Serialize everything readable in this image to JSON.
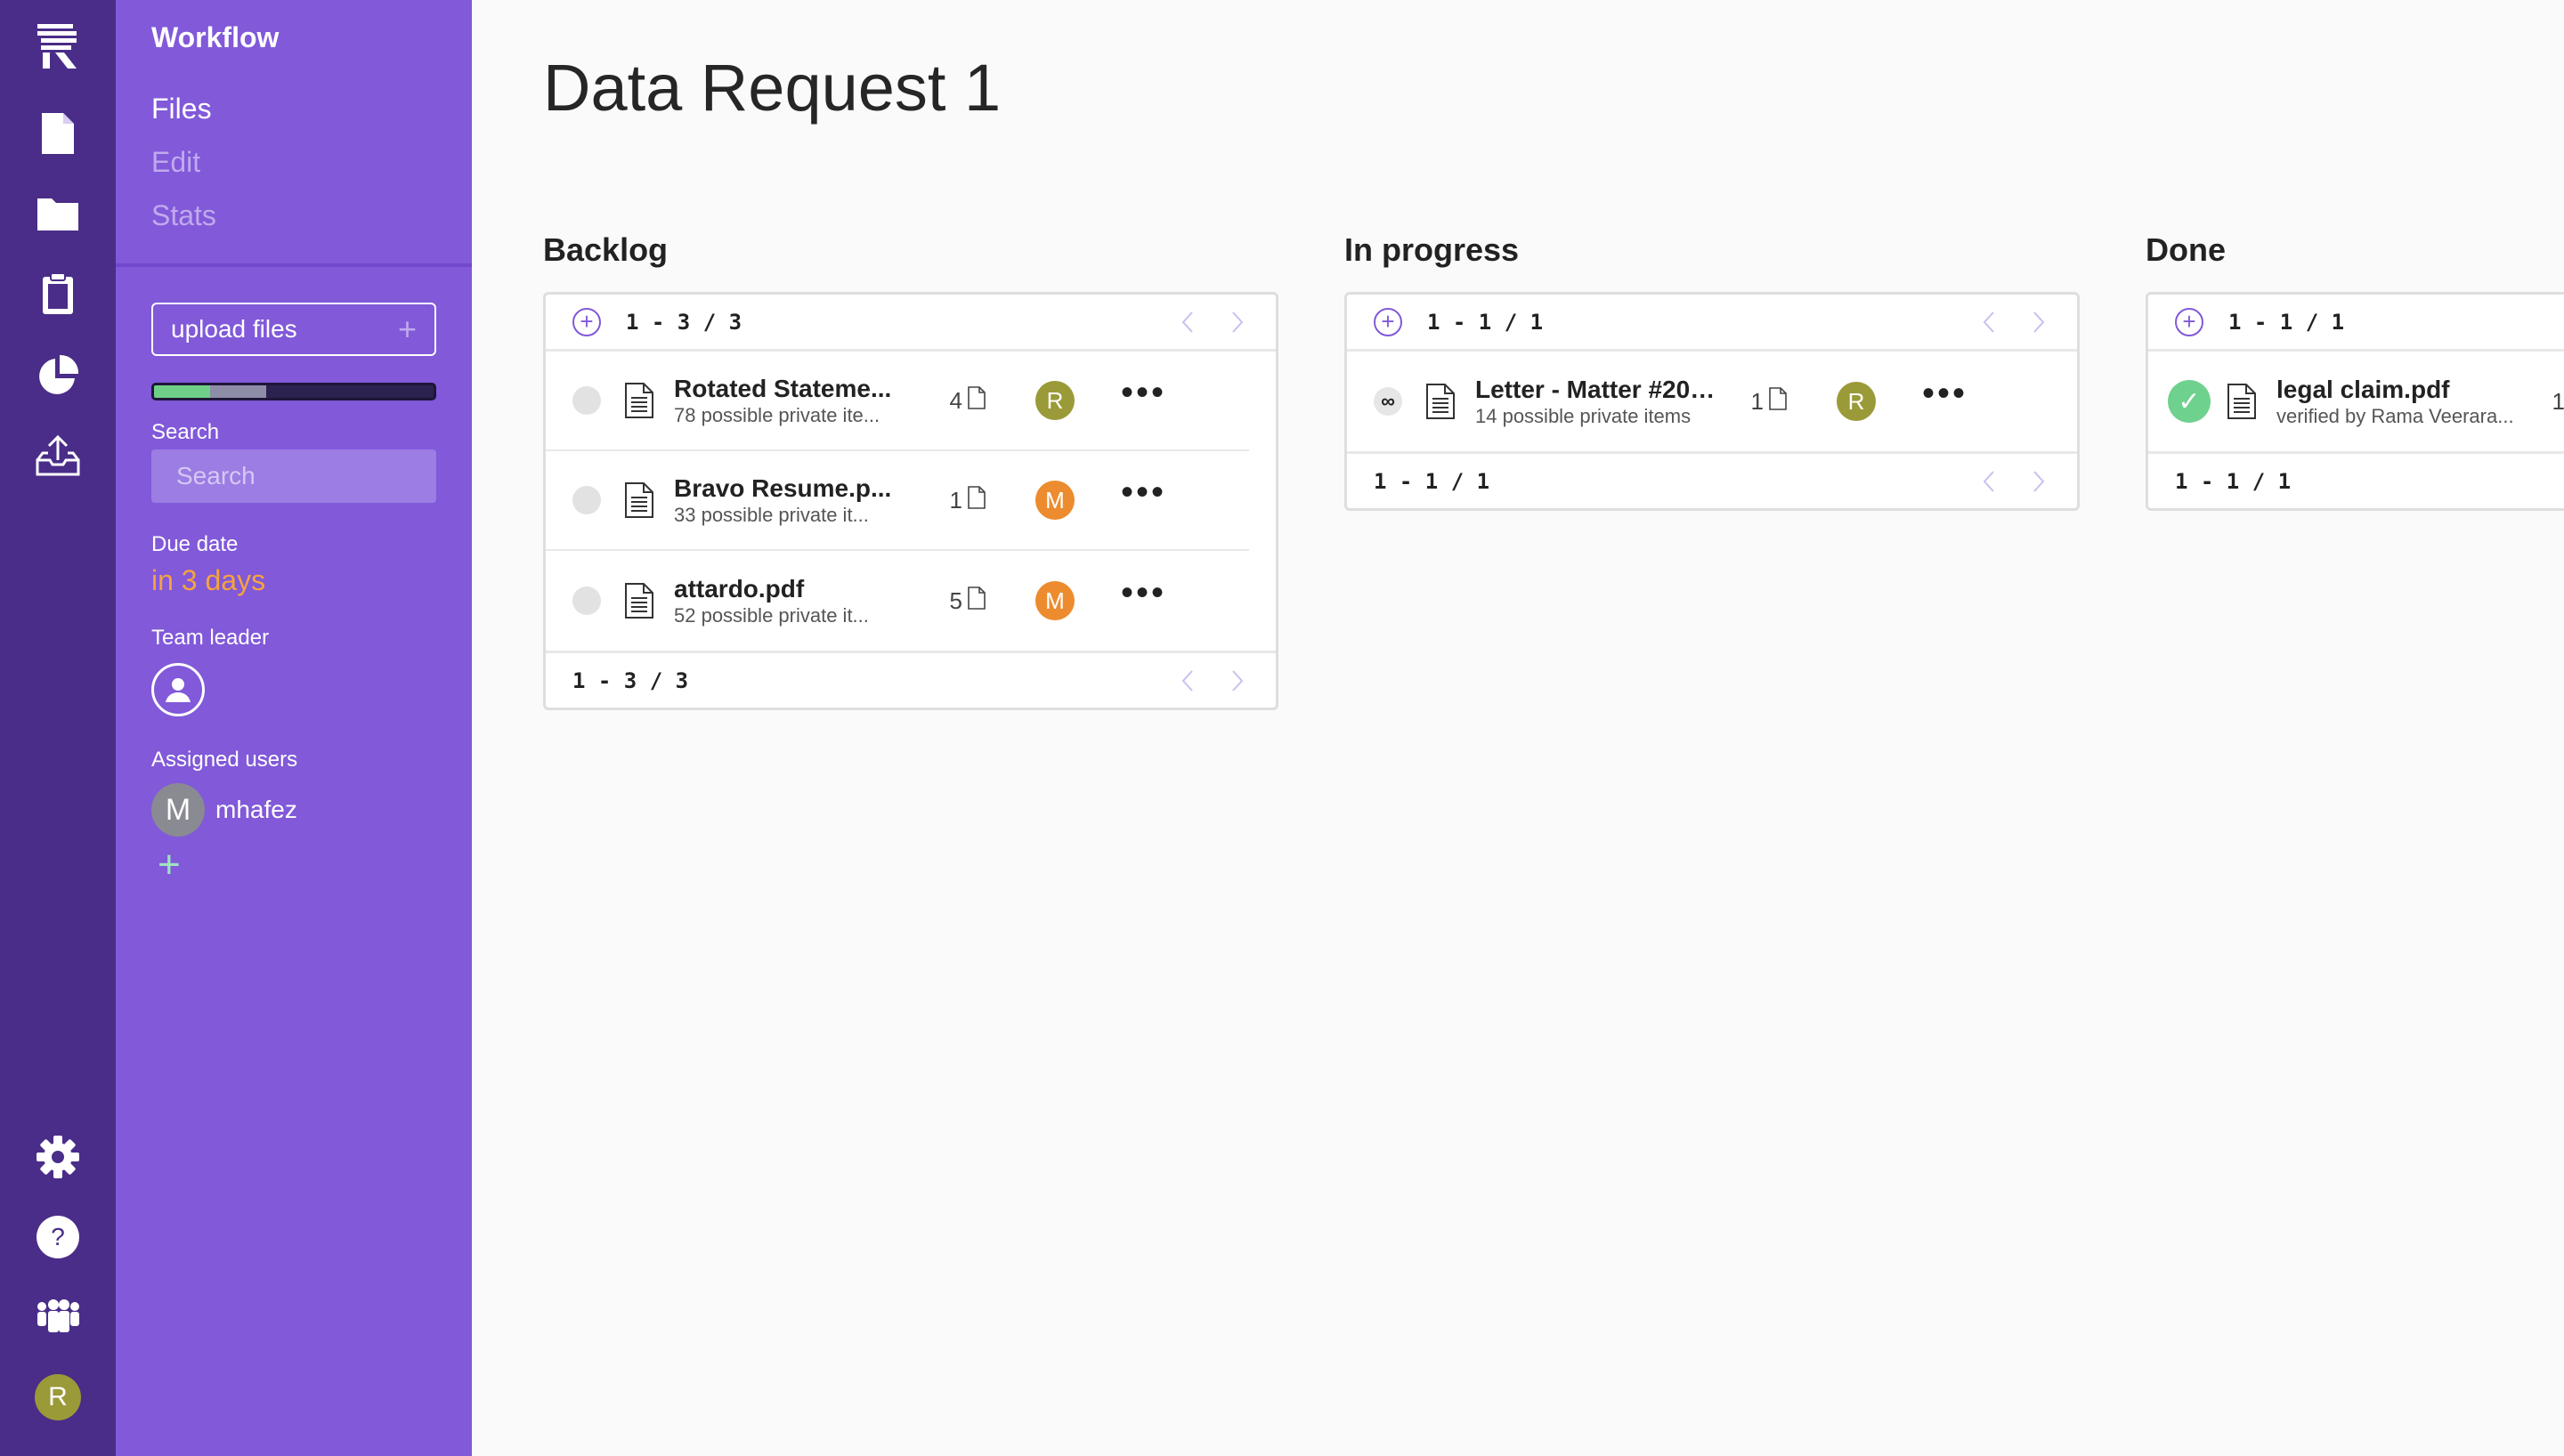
{
  "colors": {
    "rail_bg": "#4a2d88",
    "panel_bg": "#8159d9",
    "accent": "#8159d9",
    "due_text": "#f5a340",
    "avatar_r": "#9b9a38",
    "avatar_m": "#ec8c2f",
    "done_green": "#6fd18e"
  },
  "rail": {
    "logo": "R",
    "icons": [
      "logo-icon",
      "file-icon",
      "folder-icon",
      "clipboard-icon",
      "pie-chart-icon",
      "upload-tray-icon",
      "gear-icon",
      "help-icon",
      "team-icon",
      "user-avatar"
    ],
    "user_initial": "R"
  },
  "panel": {
    "title": "Workflow",
    "nav": [
      "Files",
      "Edit",
      "Stats"
    ],
    "active_nav": "Files",
    "upload_label": "upload files",
    "upload_progress": {
      "complete": 0.2,
      "in_progress": 0.2
    },
    "search_label": "Search",
    "search_placeholder": "Search",
    "due_label": "Due date",
    "due_value": "in 3 days",
    "leader_label": "Team leader",
    "assigned_label": "Assigned users",
    "assigned_users": [
      {
        "initial": "M",
        "name": "mhafez"
      }
    ]
  },
  "page": {
    "title": "Data Request 1"
  },
  "columns": [
    {
      "title": "Backlog",
      "count_top": "1 - 3 / 3",
      "count_bottom": "1 - 3 / 3",
      "items": [
        {
          "status": "empty",
          "name": "Rotated Stateme...",
          "sub": "78 possible private ite...",
          "count": "4",
          "assignee": "R"
        },
        {
          "status": "empty",
          "name": "Bravo Resume.p...",
          "sub": "33 possible private it...",
          "count": "1",
          "assignee": "M"
        },
        {
          "status": "empty",
          "name": "attardo.pdf",
          "sub": "52 possible private it...",
          "count": "5",
          "assignee": "M"
        }
      ]
    },
    {
      "title": "In progress",
      "count_top": "1 - 1 / 1",
      "count_bottom": "1 - 1 / 1",
      "items": [
        {
          "status": "link",
          "name": "Letter - Matter #201...",
          "sub": "14 possible private items",
          "count": "1",
          "assignee": "R"
        }
      ]
    },
    {
      "title": "Done",
      "count_top": "1 - 1 / 1",
      "count_bottom": "1 - 1 / 1",
      "items": [
        {
          "status": "done",
          "name": "legal claim.pdf",
          "sub": "verified by Rama Veerara...",
          "count": "1",
          "assignee": ""
        }
      ]
    }
  ]
}
